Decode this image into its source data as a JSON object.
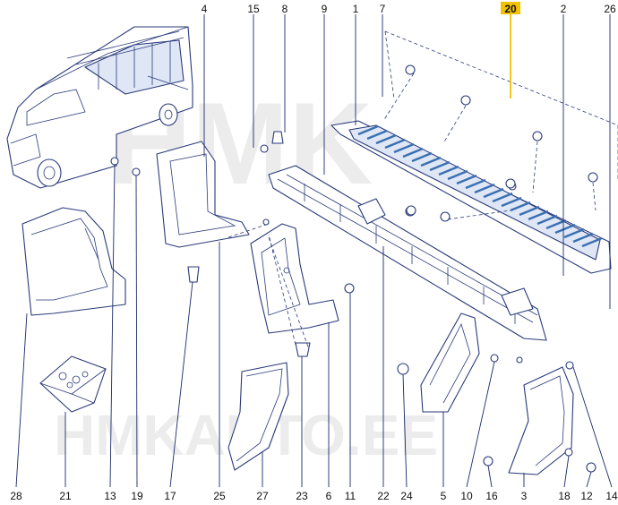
{
  "diagram": {
    "highlight_color": "#f2c200",
    "highlighted_part": "20",
    "callouts_top": [
      "4",
      "15",
      "8",
      "9",
      "1",
      "7",
      "20",
      "2",
      "26"
    ],
    "callouts_bottom": [
      "28",
      "21",
      "13",
      "19",
      "17",
      "25",
      "27",
      "23",
      "6",
      "11",
      "22",
      "24",
      "5",
      "10",
      "16",
      "3",
      "18",
      "12",
      "14"
    ]
  },
  "watermark": {
    "top_text": "HMK",
    "bottom_text": "HMKAUTO.EE"
  }
}
